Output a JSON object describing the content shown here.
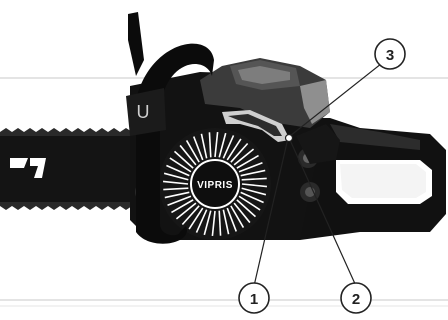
{
  "diagram": {
    "brand_logo": "VIPRIS",
    "handle_marking": "U",
    "callouts": [
      {
        "id": "1",
        "label": "1"
      },
      {
        "id": "2",
        "label": "2"
      },
      {
        "id": "3",
        "label": "3"
      }
    ],
    "colors": {
      "body": "#111111",
      "cover": "#3a3a3a",
      "cover_light": "#8a8a8a",
      "guide_line": "#d6d6d6",
      "callout_stroke": "#222222",
      "callout_fill": "#ffffff"
    }
  }
}
